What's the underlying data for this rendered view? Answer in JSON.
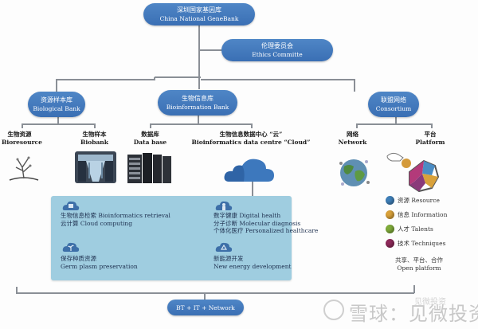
{
  "root": {
    "zh": "深圳国家基因库",
    "en": "China National GeneBank"
  },
  "ethics": {
    "zh": "伦理委员会",
    "en": "Ethics Committe"
  },
  "branches": [
    {
      "zh": "资源样本库",
      "en": "Biological Bank",
      "children": [
        {
          "zh": "生物资源",
          "en": "Bioresource",
          "icon": "plant-icon"
        },
        {
          "zh": "生物样本",
          "en": "Biobank",
          "icon": "server-room-icon"
        }
      ]
    },
    {
      "zh": "生物信息库",
      "en": "Bioinformation Bank",
      "children": [
        {
          "zh": "数据库",
          "en": "Data base",
          "icon": "server-rack-icon"
        },
        {
          "zh": "生物信息数据中心 “云”",
          "en": "Bioinformatics data centre “Cloud”",
          "icon": "cloud-icon"
        }
      ]
    },
    {
      "zh": "联盟网络",
      "en": "Consortium",
      "children": [
        {
          "zh": "网络",
          "en": "Network",
          "icon": "globe-icon"
        },
        {
          "zh": "平台",
          "en": "Platform",
          "icon": "puzzle-heptagon-icon"
        }
      ]
    }
  ],
  "cloud_services": [
    {
      "lines": [
        "生物信息检索 Bioinformatics retrieval",
        "云计算 Cloud computing"
      ],
      "icon": "cloud-monitor-icon"
    },
    {
      "lines": [
        "数字健康 Digital health",
        "分子诊断 Molecular diagnosis",
        "个体化医疗 Personalized healthcare"
      ],
      "icon": "cloud-doctor-icon"
    },
    {
      "lines": [
        "保存种质资源",
        "Germ plasm preservation"
      ],
      "icon": "cloud-plant-icon"
    },
    {
      "lines": [
        "新能源开发",
        "New energy development"
      ],
      "icon": "cloud-recycle-icon"
    }
  ],
  "platform_legend": [
    {
      "label": "资源 Resource",
      "color": "#3f7fb8"
    },
    {
      "label": "信息 Information",
      "color": "#d9a13a"
    },
    {
      "label": "人才 Talents",
      "color": "#7fab3a"
    },
    {
      "label": "技术 Techniques",
      "color": "#8e2a5a"
    }
  ],
  "open_platform": {
    "zh": "共享、平台、合作",
    "en": "Open platform"
  },
  "foundation": {
    "label": "BT + IT + Network"
  },
  "watermark": {
    "text": "雪球：见微投资",
    "small": "见微投资"
  }
}
